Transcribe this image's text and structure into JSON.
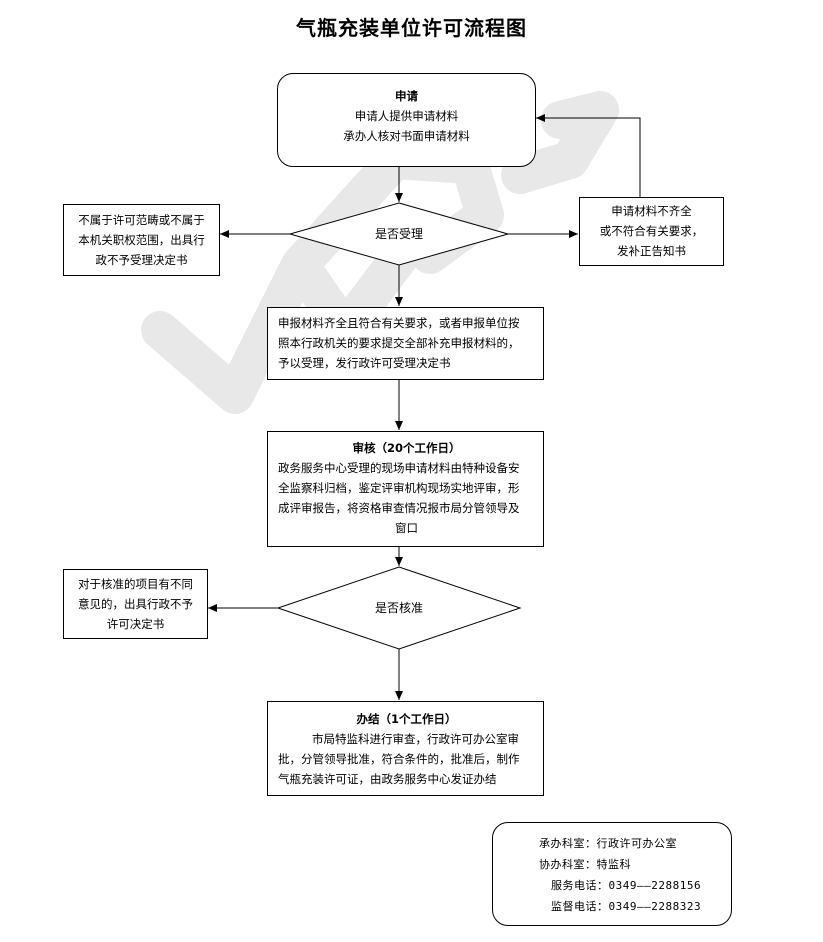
{
  "title": "气瓶充装单位许可流程图",
  "watermark": "WPS",
  "apply": {
    "heading": "申请",
    "lines": [
      "申请人提供申请材料",
      "承办人核对书面申请材料"
    ]
  },
  "accept_decision": "是否受理",
  "reject_scope": [
    "不属于许可范畴或不属于",
    "本机关职权范围，出具行",
    "政不予受理决定书"
  ],
  "incomplete": [
    "申请材料不齐全",
    "或不符合有关要求，",
    "发补正告知书"
  ],
  "accepted": [
    "申报材料齐全且符合有关要求，或者申报单位按",
    "照本行政机关的要求提交全部补充申报材料的，",
    "予以受理，发行政许可受理决定书"
  ],
  "review": {
    "heading": "审核（20个工作日）",
    "lines": [
      "政务服务中心受理的现场申请材料由特种设备安",
      "全监察科归档，鉴定评审机构现场实地评审，形",
      "成评审报告，将资格审查情况报市局分管领导及",
      "窗口"
    ]
  },
  "approve_decision": "是否核准",
  "disapprove": [
    "对于核准的项目有不同",
    "意见的，出具行政不予",
    "许可决定书"
  ],
  "finish": {
    "heading": "办结（1个工作日）",
    "lines": [
      "市局特监科进行审查，行政许可办公室审",
      "批，分管领导批准，符合条件的，批准后，制作",
      "气瓶充装许可证，由政务服务中心发证办结"
    ]
  },
  "contact": {
    "lines": [
      "承办科室：行政许可办公室",
      "协办科室：特监科",
      "服务电话：0349——2288156",
      "监督电话：0349——2288323"
    ]
  }
}
